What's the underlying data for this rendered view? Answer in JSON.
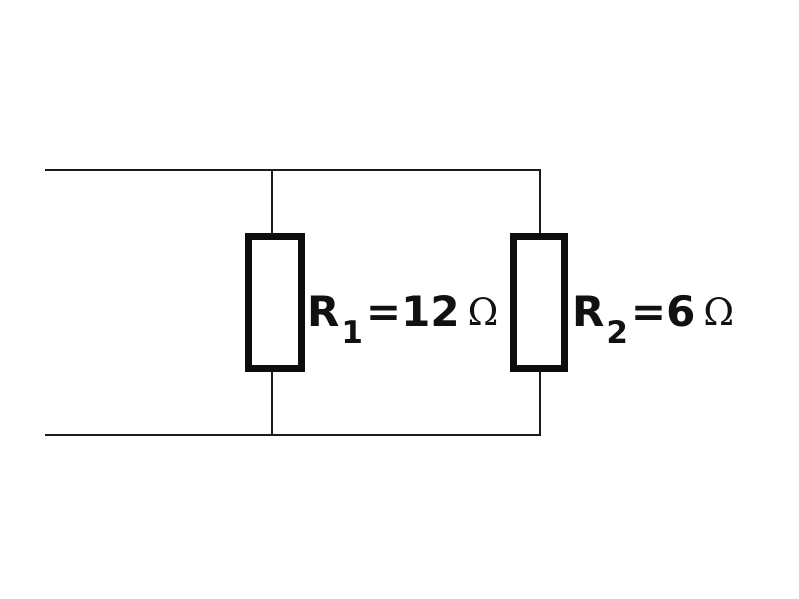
{
  "diagram": {
    "title": "parallel-resistor-circuit",
    "colors": {
      "background": "#ffffff",
      "wire": "#1b1b1b",
      "resistor_border": "#0d0d0d",
      "text": "#111111"
    },
    "resistors": [
      {
        "name": "R",
        "subscript": "1",
        "equals_value": "=12",
        "unit": "Ω"
      },
      {
        "name": "R",
        "subscript": "2",
        "equals_value": "=6",
        "unit": "Ω"
      }
    ]
  }
}
